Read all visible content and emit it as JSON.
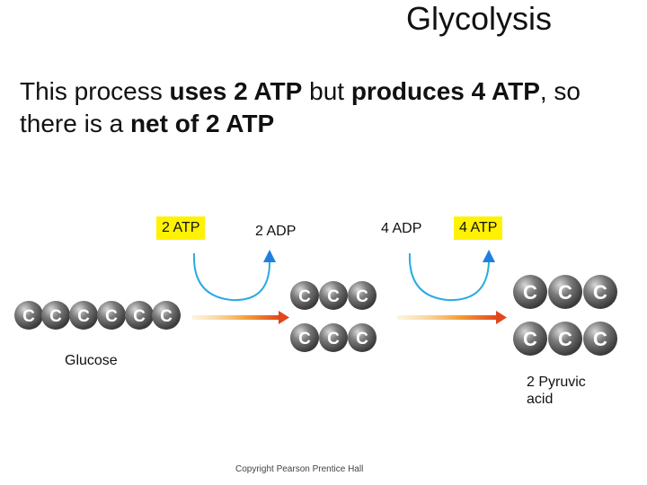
{
  "title": "Glycolysis",
  "subtitle": {
    "p1": "This process ",
    "b1": "uses 2 ATP",
    "p2": " but ",
    "b2": "produces 4 ATP",
    "p3": ", so there is a ",
    "b3": "net of 2 ATP"
  },
  "labels": {
    "atp_in": "2 ATP",
    "adp_out": "2 ADP",
    "adp_in": "4 ADP",
    "atp_out": "4 ATP",
    "glucose": "Glucose",
    "pyruvic": "2 Pyruvic acid"
  },
  "carbon_letter": "C",
  "copyright": "Copyright Pearson Prentice Hall",
  "colors": {
    "atp_highlight": "#fff200",
    "cycle_arrow": "#29abe2",
    "reaction_arrow_start": "#f7c873",
    "reaction_arrow_end": "#e1461d",
    "carbon_ball": "#555555"
  }
}
